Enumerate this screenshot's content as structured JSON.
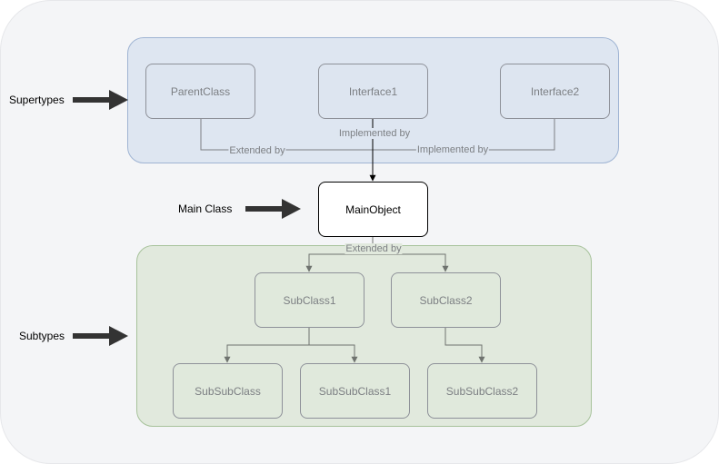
{
  "side_labels": {
    "supertypes": "Supertypes",
    "main_class": "Main Class",
    "subtypes": "Subtypes"
  },
  "nodes": {
    "parent_class": "ParentClass",
    "interface1": "Interface1",
    "interface2": "Interface2",
    "main_object": "MainObject",
    "sub_class1": "SubClass1",
    "sub_class2": "SubClass2",
    "sub_sub_class": "SubSubClass",
    "sub_sub_class1": "SubSubClass1",
    "sub_sub_class2": "SubSubClass2"
  },
  "edge_labels": {
    "interface1_implemented_by": "Implemented by",
    "parent_extended_by": "Extended by",
    "interface2_implemented_by": "Implemented by",
    "main_extended_by": "Extended by"
  },
  "colors": {
    "supertypes_fill": "#dee6f1",
    "supertypes_border": "#9fb4d3",
    "subtypes_fill": "#e1e9dd",
    "subtypes_border": "#a7c29b",
    "connector_gray": "#6f736f",
    "pointer_arrow": "#333333"
  },
  "icons": {
    "pointer": "thick-right-arrow-icon"
  }
}
